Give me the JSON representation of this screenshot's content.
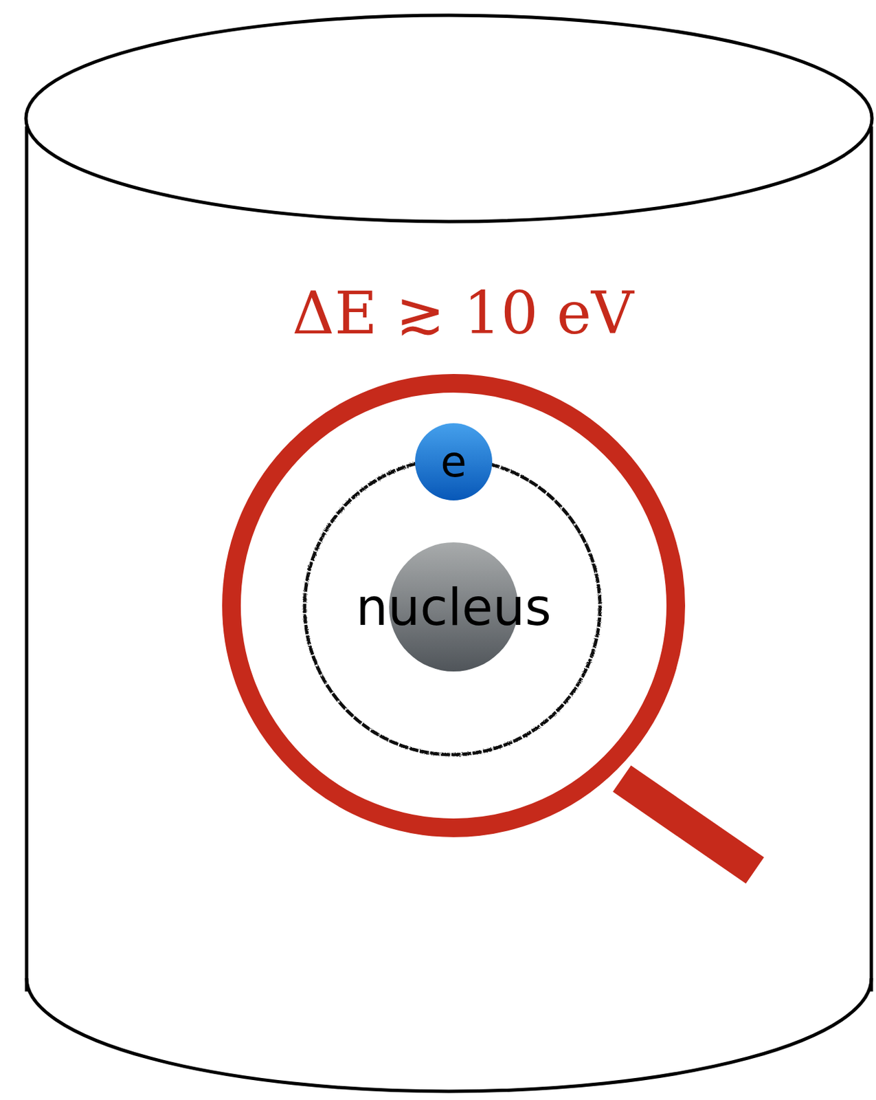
{
  "diagram": {
    "nodes": [
      {
        "text": [
          "e"
        ]
      },
      {
        "text": [
          "nucleus"
        ]
      }
    ],
    "labels": [
      "ΔE ≳ 10 eV"
    ]
  }
}
